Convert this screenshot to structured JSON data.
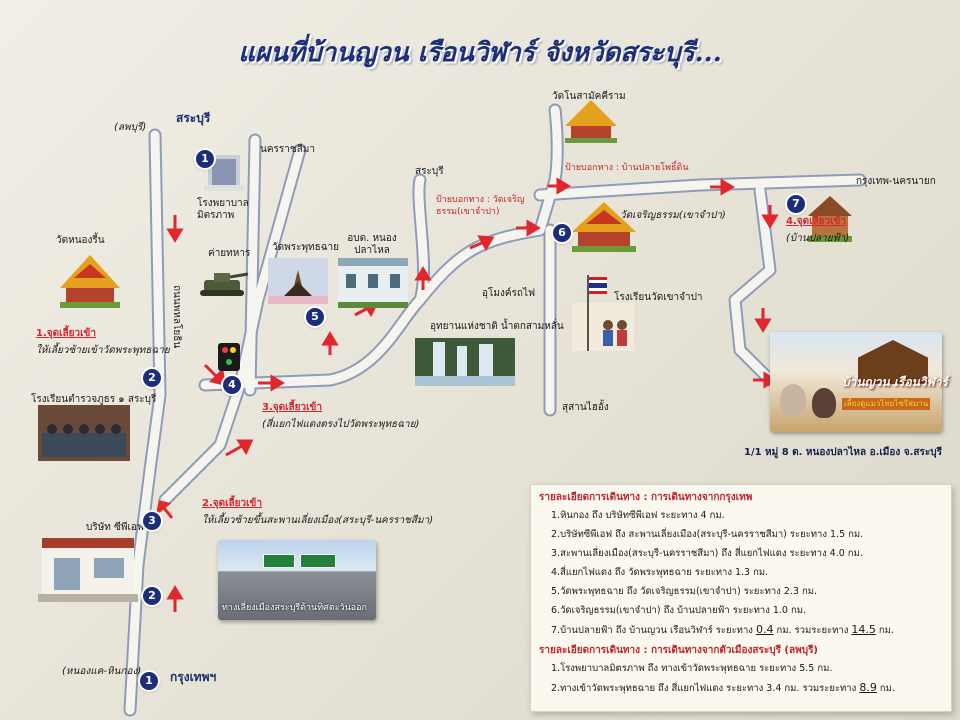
{
  "title": "แผนที่บ้านญวน เรือนวิฬาร์ จังหวัดสระบุรี...",
  "colors": {
    "road_fill": "#f6f4ee",
    "road_edge": "#9aa7c2",
    "arrow": "#e2262d",
    "marker": "#1d2d7a",
    "title": "#1c2f76"
  },
  "labels": {
    "saraburi_top": "สระบุรี",
    "lopburi": "(ลพบุรี)",
    "nakhon_ratchasima": "นครราชสีมา",
    "wat_nong_rabue": "วัดหนองรี้น",
    "hospital": "โรงพยาบาล มิตรภาพ",
    "army_camp": "ค่ายทหาร",
    "wat_phra_phutthachai": "วัดพระพุทธฉาย",
    "obt": "อบต. หนองปลาไหล",
    "saraburi_mid": "สระบุรี",
    "phahonyothin": "ถนนพหลโยธิน",
    "wat_samakkharam": "วัดโนสามัคคีราม",
    "sign_wat_charoen": "ป้ายบอกทาง : วัดเจริญธรรม(เขาจำปา)",
    "sign_ban_plai": "ป้ายบอกทาง : บ้านปลายโพธิ์ดิน",
    "bangkok_nakhonnayok": "กรุงเทพ-นครนายก",
    "wat_charoen": "วัดเจริญธรรม(เขาจำปา)",
    "ban_plai_pha": "(บ้านปลายฟ้า)",
    "utthayan_fai": "อุโมงค์รถไฟ",
    "national_park": "อุทยานแห่งชาติ น้ำตกสามหลั่น",
    "school_khao": "โรงเรียนวัดเขาจำปา",
    "police_school": "โรงเรียนตำรวจภูธร ๑ สระบุรี",
    "big_c": "บริษัท ซีพีเอฟ",
    "sutsanan": "สุสานไฮอั้ง",
    "nong_khae": "(หนองแค-หินกอง)",
    "bangkok_bottom": "กรุงเทพฯ",
    "address": "1/1 หมู่ 8 ต. หนองปลาไหล อ.เมือง จ.สระบุรี",
    "photo_caption": "ทางเลี่ยงเมืองสระบุรีด้านทิศตะวันออก",
    "house_sign": "บ้านญวน เรือนวิฬาร์",
    "house_sub": "เลี้ยงดูแมวไทยไซรีสมาน"
  },
  "turns": [
    {
      "id": "t1",
      "title": "1.จุดเลี้ยวเข้า",
      "desc": "ให้เลี้ยวซ้ายเข้าวัดพระพุทธฉาย"
    },
    {
      "id": "t2",
      "title": "2.จุดเลี้ยวเข้า",
      "desc": "ให้เลี้ยวซ้ายขึ้นสะพานเลี่ยงเมือง(สระบุรี-นครราชสีมา)"
    },
    {
      "id": "t3",
      "title": "3.จุดเลี้ยวเข้า",
      "desc": "(สี่แยกไฟแดงตรงไปวัดพระพุทธฉาย)"
    },
    {
      "id": "t4",
      "title": "4.จุดเลี้ยวเข้า",
      "desc": "(บ้านปลายฟ้า)"
    }
  ],
  "markers": [
    {
      "id": "m1_top",
      "num": "1"
    },
    {
      "id": "m2_left",
      "num": "2"
    },
    {
      "id": "m4",
      "num": "4"
    },
    {
      "id": "m5",
      "num": "5"
    },
    {
      "id": "m6",
      "num": "6"
    },
    {
      "id": "m7",
      "num": "7"
    },
    {
      "id": "m3",
      "num": "3"
    },
    {
      "id": "m2_bottom",
      "num": "2"
    },
    {
      "id": "m1_bottom",
      "num": "1"
    }
  ],
  "route_bangkok": {
    "heading": "รายละเอียดการเดินทาง : การเดินทางจากกรุงเทพ",
    "steps": [
      {
        "text": "1.หินกอง ถึง บริษัทซีพีเอฟ ระยะทาง 4 กม."
      },
      {
        "text": "2.บริษัทซีพีเอฟ ถึง สะพานเลี่ยงเมือง(สระบุรี-นครราชสีมา) ระยะทาง 1.5 กม."
      },
      {
        "text": "3.สะพานเลี่ยงเมือง(สระบุรี-นครราชสีมา) ถึง สี่แยกไฟแดง ระยะทาง 4.0 กม."
      },
      {
        "text": "4.สี่แยกไฟแดง ถึง วัดพระพุทธฉาย ระยะทาง 1.3 กม."
      },
      {
        "text": "5.วัดพระพุทธฉาย ถึง วัดเจริญธรรม(เขาจำปา) ระยะทาง 2.3 กม."
      },
      {
        "text": "6.วัดเจริญธรรม(เขาจำปา) ถึง บ้านปลายฟ้า ระยะทาง 1.0 กม."
      },
      {
        "prefix": "7.บ้านปลายฟ้า ถึง บ้านญวน เรือนวิฬาร์ ระยะทาง",
        "value": "0.4",
        "mid": "กม. รวมระยะทาง",
        "total": "14.5",
        "unit": "กม."
      }
    ]
  },
  "route_saraburi": {
    "heading": "รายละเอียดการเดินทาง : การเดินทางจากตัวเมืองสระบุรี (ลพบุรี)",
    "steps": [
      {
        "text": "1.โรงพยาบาลมิตรภาพ ถึง ทางเข้าวัดพระพุทธฉาย ระยะทาง 5.5 กม."
      },
      {
        "prefix": "2.ทางเข้าวัดพระพุทธฉาย ถึง สี่แยกไฟแดง ระยะทาง 3.4 กม. รวมระยะทาง",
        "total": "8.9",
        "unit": "กม."
      }
    ]
  }
}
